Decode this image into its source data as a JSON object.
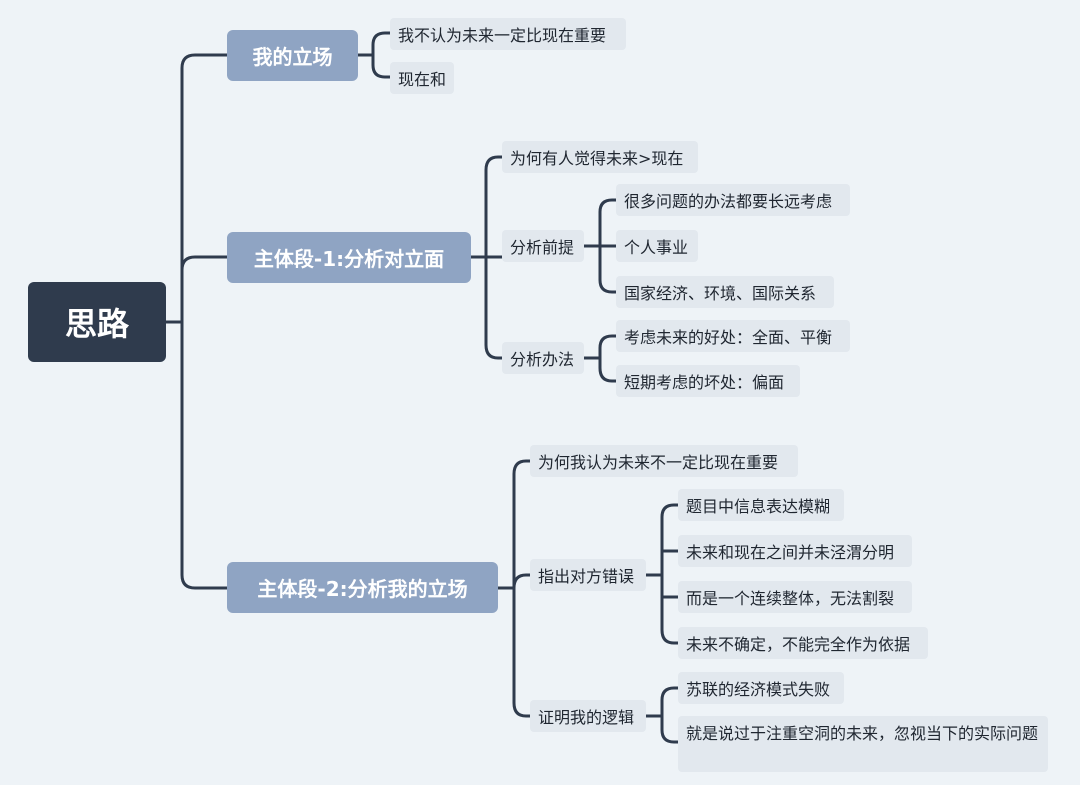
{
  "root": "思路",
  "branches": [
    {
      "label": "我的立场",
      "children": [
        "我不认为未来一定比现在重要",
        "现在和"
      ]
    },
    {
      "label": "主体段-1:分析对立面",
      "children": [
        {
          "label": "为何有人觉得未来>现在"
        },
        {
          "label": "分析前提",
          "children": [
            "很多问题的办法都要长远考虑",
            "个人事业",
            "国家经济、环境、国际关系"
          ]
        },
        {
          "label": "分析办法",
          "children": [
            "考虑未来的好处：全面、平衡",
            "短期考虑的坏处：偏面"
          ]
        }
      ]
    },
    {
      "label": "主体段-2:分析我的立场",
      "children": [
        {
          "label": "为何我认为未来不一定比现在重要"
        },
        {
          "label": "指出对方错误",
          "children": [
            "题目中信息表达模糊",
            "未来和现在之间并未泾渭分明",
            "而是一个连续整体，无法割裂",
            "未来不确定，不能完全作为依据"
          ]
        },
        {
          "label": "证明我的逻辑",
          "children": [
            "苏联的经济模式失败",
            "就是说过于注重空洞的未来，忽视当下的实际问题"
          ]
        }
      ]
    }
  ],
  "colors": {
    "background": "#eef3f7",
    "root": "#2f3b4d",
    "branch": "#8fa4c3",
    "leaf": "#e2e8ee",
    "line": "#2f3b4d"
  }
}
